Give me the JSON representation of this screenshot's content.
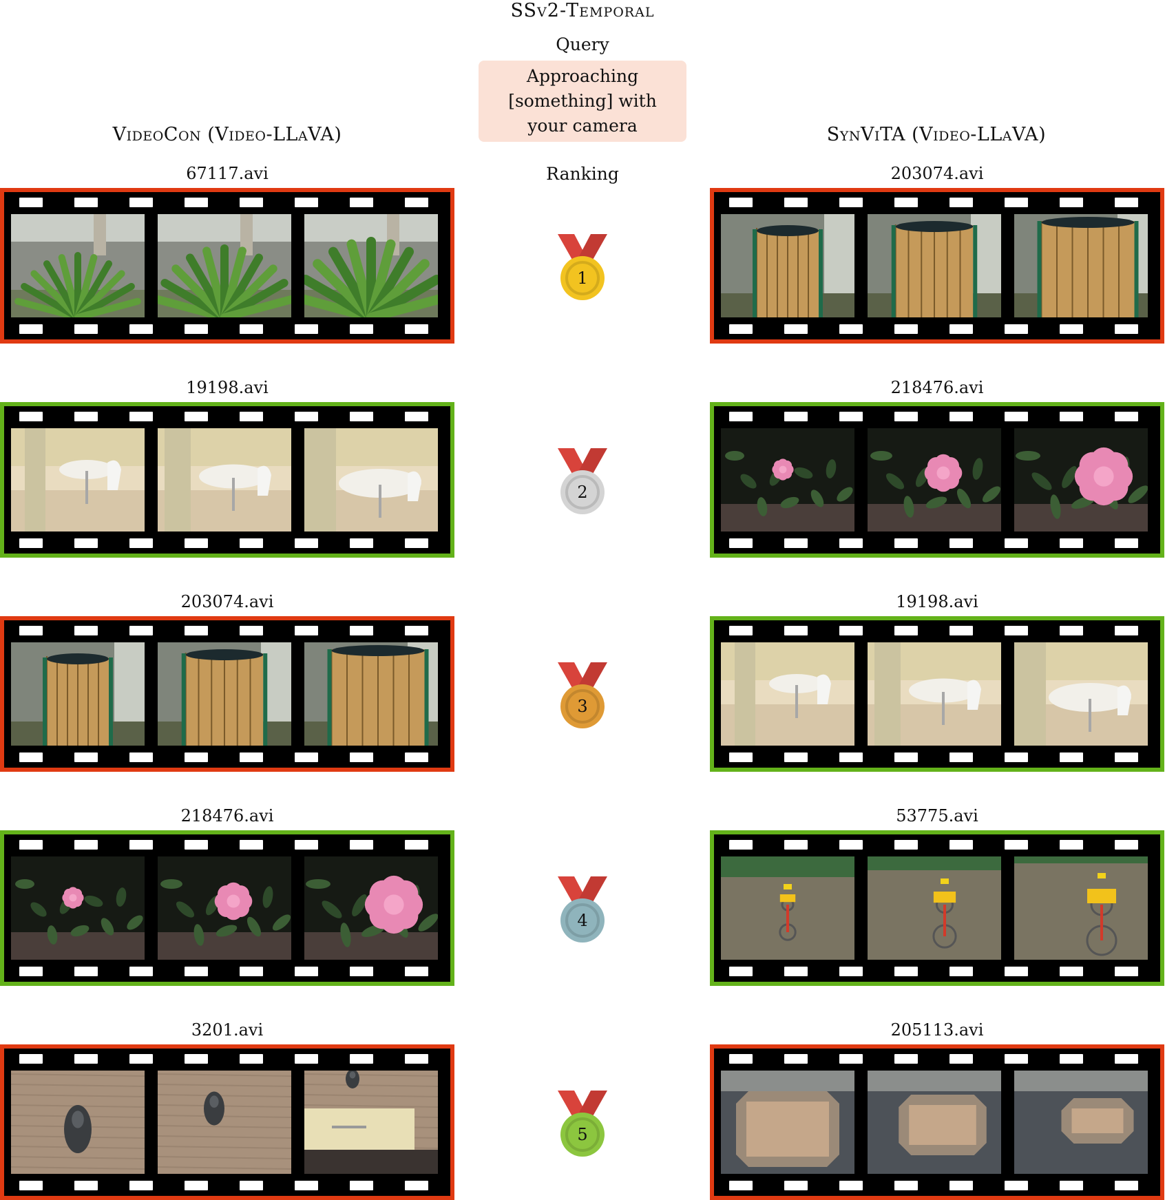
{
  "title": "SSv2-Temporal",
  "query": {
    "label": "Query",
    "text": "Approaching [something] with your camera"
  },
  "columns": {
    "left": "VideoCon (Video-LLaVA)",
    "right": "SynViTA (Video-LLaVA)"
  },
  "ranking_label": "Ranking",
  "colors": {
    "incorrect_border": "#e03a12",
    "correct_border": "#63b21a",
    "query_bg": "#fbe1d6"
  },
  "ranks": [
    {
      "rank": "1",
      "medal_color": "#f2c320",
      "left": {
        "file": "67117.avi",
        "correct": false,
        "scene": "palm"
      },
      "right": {
        "file": "203074.avi",
        "correct": false,
        "scene": "bin"
      }
    },
    {
      "rank": "2",
      "medal_color": "#d4d4d4",
      "left": {
        "file": "19198.avi",
        "correct": true,
        "scene": "table"
      },
      "right": {
        "file": "218476.avi",
        "correct": true,
        "scene": "flower"
      }
    },
    {
      "rank": "3",
      "medal_color": "#df9a35",
      "left": {
        "file": "203074.avi",
        "correct": false,
        "scene": "bin"
      },
      "right": {
        "file": "19198.avi",
        "correct": true,
        "scene": "table"
      }
    },
    {
      "rank": "4",
      "medal_color": "#8fb4bc",
      "left": {
        "file": "218476.avi",
        "correct": true,
        "scene": "flower"
      },
      "right": {
        "file": "53775.avi",
        "correct": true,
        "scene": "bike"
      }
    },
    {
      "rank": "5",
      "medal_color": "#8cc63f",
      "left": {
        "file": "3201.avi",
        "correct": false,
        "scene": "mouse"
      },
      "right": {
        "file": "205113.avi",
        "correct": false,
        "scene": "sandbox"
      }
    }
  ]
}
